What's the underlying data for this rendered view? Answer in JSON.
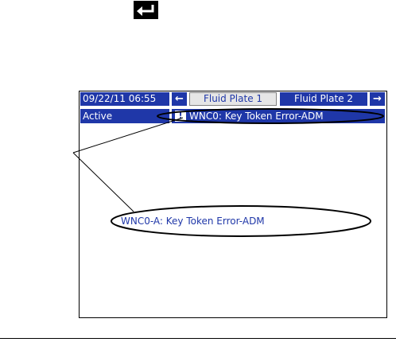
{
  "header": {
    "datetime": "09/22/11 06:55",
    "tabs": [
      "Fluid Plate 1",
      "Fluid Plate 2"
    ],
    "nav_left_icon": "arrow-left-icon",
    "nav_right_icon": "arrow-right-icon"
  },
  "status": {
    "state": "Active",
    "error_message": "WNC0: Key Token Error-ADM",
    "warning_icon": "warning-icon"
  },
  "callout": {
    "text": "WNC0-A: Key Token Error-ADM"
  },
  "keys": {
    "enter_icon": "enter-key-icon"
  },
  "colors": {
    "screen_accent": "#1f37a8"
  }
}
